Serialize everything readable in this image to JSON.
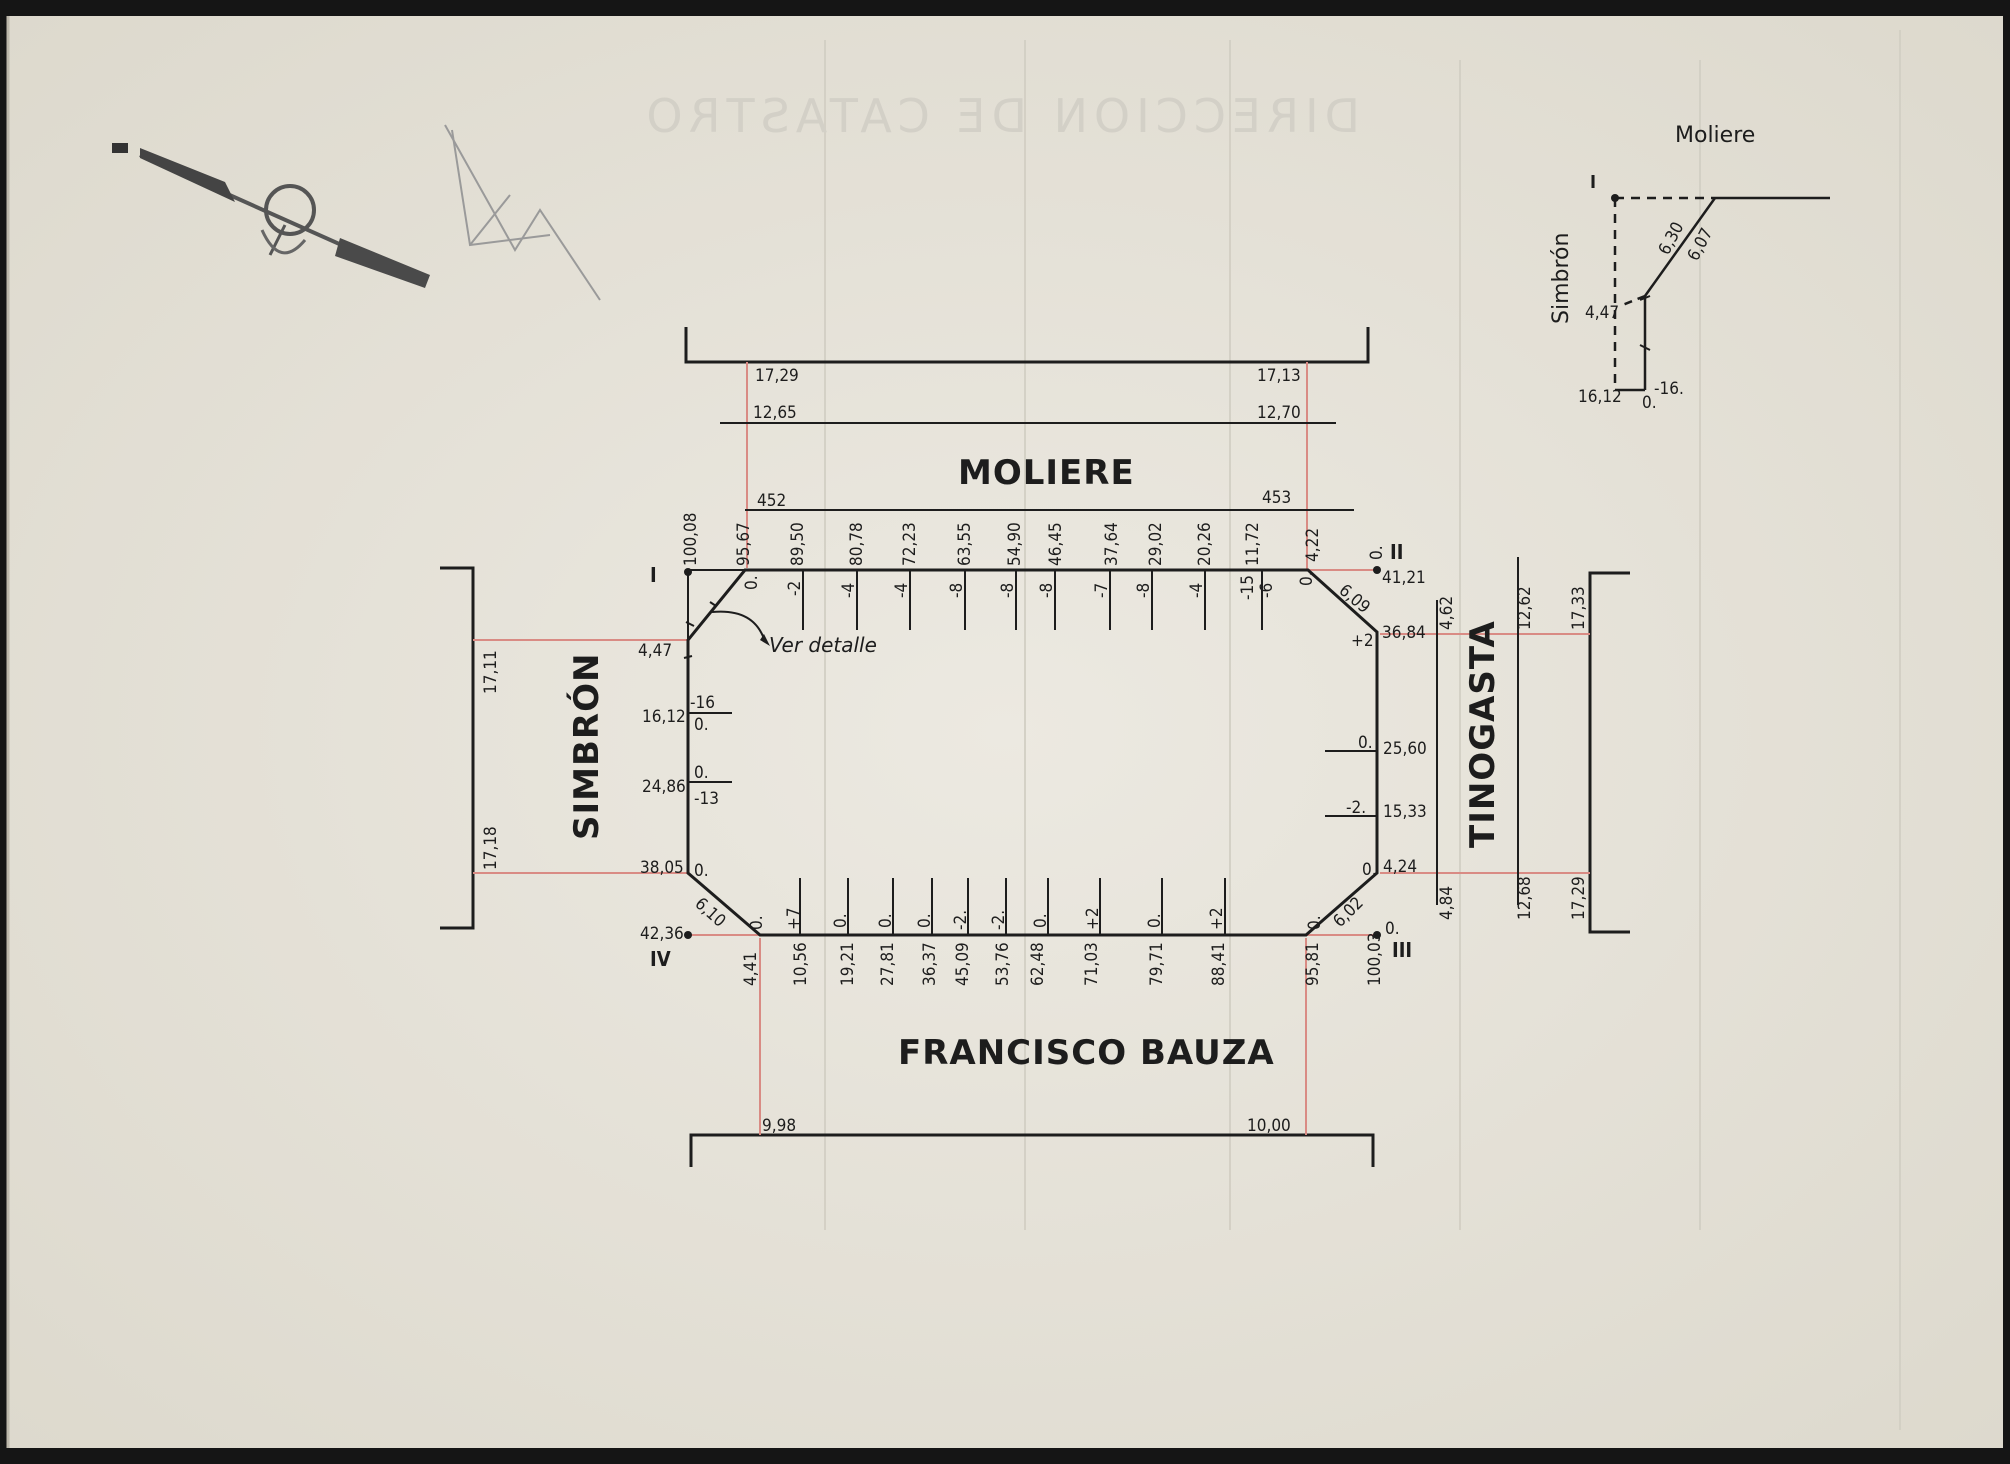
{
  "streets": {
    "north": "MOLIERE",
    "south": "FRANCISCO BAUZA",
    "west": "SIMBRÓN",
    "east": "TINOGASTA"
  },
  "watermark": "DIRECCION DE CATASTRO",
  "vertices": {
    "v1": "I",
    "v2": "II",
    "v3": "III",
    "v4": "IV"
  },
  "north_widths": {
    "left_outer": "17,29",
    "right_outer": "17,13",
    "left_mid": "12,65",
    "right_mid": "12,70",
    "left_inner": "452",
    "right_inner": "453"
  },
  "south_widths": {
    "left": "9,98",
    "right": "10,00"
  },
  "west_widths": {
    "upper": "17,11",
    "lower": "17,18"
  },
  "east_widths": {
    "upper_a": "4,62",
    "upper_b": "12,62",
    "upper_c": "17,33",
    "lower_a": "4,84",
    "lower_b": "12,68",
    "lower_c": "17,29"
  },
  "north_progressives": [
    "100,08",
    "95,67",
    "89,50",
    "80,78",
    "72,23",
    "63,55",
    "54,90",
    "46,45",
    "37,64",
    "29,02",
    "20,26",
    "11,72",
    "4,22"
  ],
  "north_levels": [
    "0.",
    "-2",
    "-4",
    "-4",
    "-8",
    "-8",
    "-8",
    "-7",
    "-8",
    "-4",
    "-15",
    "-6",
    "0.",
    "0."
  ],
  "corner_cuts": {
    "ne": "6,09",
    "se": "6,02",
    "sw": "6,10"
  },
  "east_progressives": [
    "41,21",
    "36,84",
    "25,60",
    "15,33",
    "4,24",
    "100,03"
  ],
  "east_levels": [
    "+2",
    "0.",
    "-2.",
    "0.",
    "0."
  ],
  "west_progressives": [
    "4,47",
    "16,12",
    "24,86",
    "38,05",
    "42,36"
  ],
  "west_levels": [
    "-16",
    "0.",
    "0.",
    "-13",
    "0."
  ],
  "south_progressives": [
    "4,41",
    "10,56",
    "19,21",
    "27,81",
    "36,37",
    "45,09",
    "53,76",
    "62,48",
    "71,03",
    "79,71",
    "88,41",
    "95,81"
  ],
  "south_levels": [
    "0.",
    "+7",
    "0.",
    "0.",
    "0.",
    "-2.",
    "-2.",
    "0.",
    "+2",
    "0.",
    "+2",
    "0."
  ],
  "note": "Ver detalle",
  "detail": {
    "street_top": "Moliere",
    "street_side": "Simbrón",
    "vertex": "I",
    "dim_a": "6,30",
    "dim_b": "6,07",
    "dim_c": "4,47",
    "dim_d": "16,12",
    "dim_e": "-16.",
    "dim_f": "0."
  },
  "colors": {
    "paper": "#e9e6dd",
    "ink": "#1d1d1d",
    "red_line": "#d98b84",
    "pencil": "#8d8d8d"
  }
}
